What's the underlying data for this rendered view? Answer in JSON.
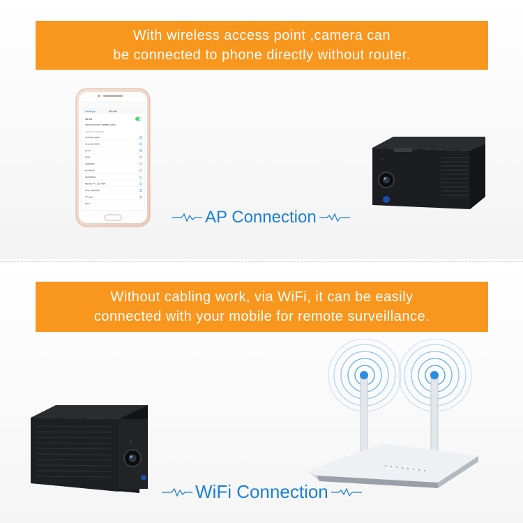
{
  "top": {
    "banner": {
      "line1": "With wireless access point ,camera can",
      "line2": "be connected to phone directly  without router."
    },
    "connection_label": "AP Connection"
  },
  "bottom": {
    "banner": {
      "line1": "Without cabling work, via WiFi, it can be easily",
      "line2": "connected with your mobile for remote surveillance."
    },
    "connection_label": "WiFi Connection"
  },
  "phone_screen": {
    "nav_back": "Settings",
    "nav_title": "WLAN",
    "wlan_toggle_label": "WLAN",
    "connected_network": "ZWAT-MI3CSPP-7285BB-LRMAJ",
    "section_header": "CHOOSE A NETWORK...",
    "networks": [
      "ChinaNet-ygN6",
      "ChinaNet-5S3K",
      "dd-wrt",
      "FSD1",
      "SSDA8K3",
      "HCWIHTE",
      "HCWWF62",
      "MEIXIU-FY_SS_4984",
      "Tenk_For[DM]0",
      "TP-paws",
      "Other..."
    ]
  },
  "colors": {
    "banner": "#f8961e",
    "label": "#1b7fd4",
    "wifi_waves": "#2a8ee0"
  }
}
